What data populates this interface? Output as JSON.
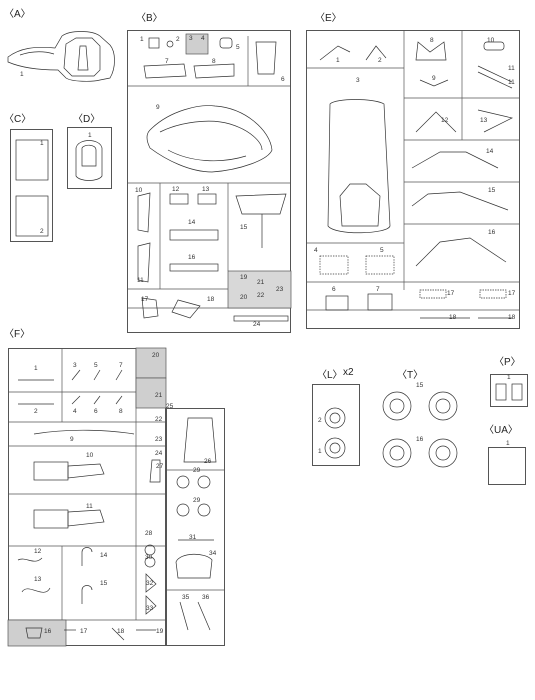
{
  "sprues": {
    "A": {
      "label": "〈A〉",
      "parts": [
        "1"
      ]
    },
    "B": {
      "label": "〈B〉",
      "parts": [
        "1",
        "2",
        "3",
        "4",
        "5",
        "6",
        "7",
        "8",
        "9",
        "10",
        "11",
        "12",
        "13",
        "14",
        "15",
        "16",
        "17",
        "18",
        "19",
        "20",
        "21",
        "22",
        "23",
        "24"
      ]
    },
    "C": {
      "label": "〈C〉",
      "parts": [
        "1",
        "2"
      ]
    },
    "D": {
      "label": "〈D〉",
      "parts": [
        "1"
      ]
    },
    "E": {
      "label": "〈E〉",
      "parts": [
        "1",
        "2",
        "3",
        "4",
        "5",
        "6",
        "7",
        "8",
        "9",
        "10",
        "11",
        "11",
        "12",
        "13",
        "14",
        "15",
        "16",
        "17",
        "17",
        "18",
        "18"
      ]
    },
    "F": {
      "label": "〈F〉",
      "parts": [
        "1",
        "2",
        "3",
        "4",
        "5",
        "6",
        "7",
        "8",
        "9",
        "10",
        "11",
        "12",
        "13",
        "14",
        "15",
        "16",
        "17",
        "18",
        "19",
        "20",
        "21",
        "22",
        "23",
        "24",
        "25",
        "26",
        "27",
        "28",
        "29",
        "29",
        "30",
        "31",
        "32",
        "33",
        "34",
        "35",
        "36"
      ]
    },
    "L": {
      "label": "〈L〉",
      "qty": "x2",
      "parts": [
        "1",
        "2"
      ]
    },
    "T": {
      "label": "〈T〉",
      "parts": [
        "15",
        "16"
      ]
    },
    "P": {
      "label": "〈P〉",
      "parts": [
        "1"
      ]
    },
    "UA": {
      "label": "〈UA〉",
      "parts": [
        "1"
      ]
    }
  }
}
